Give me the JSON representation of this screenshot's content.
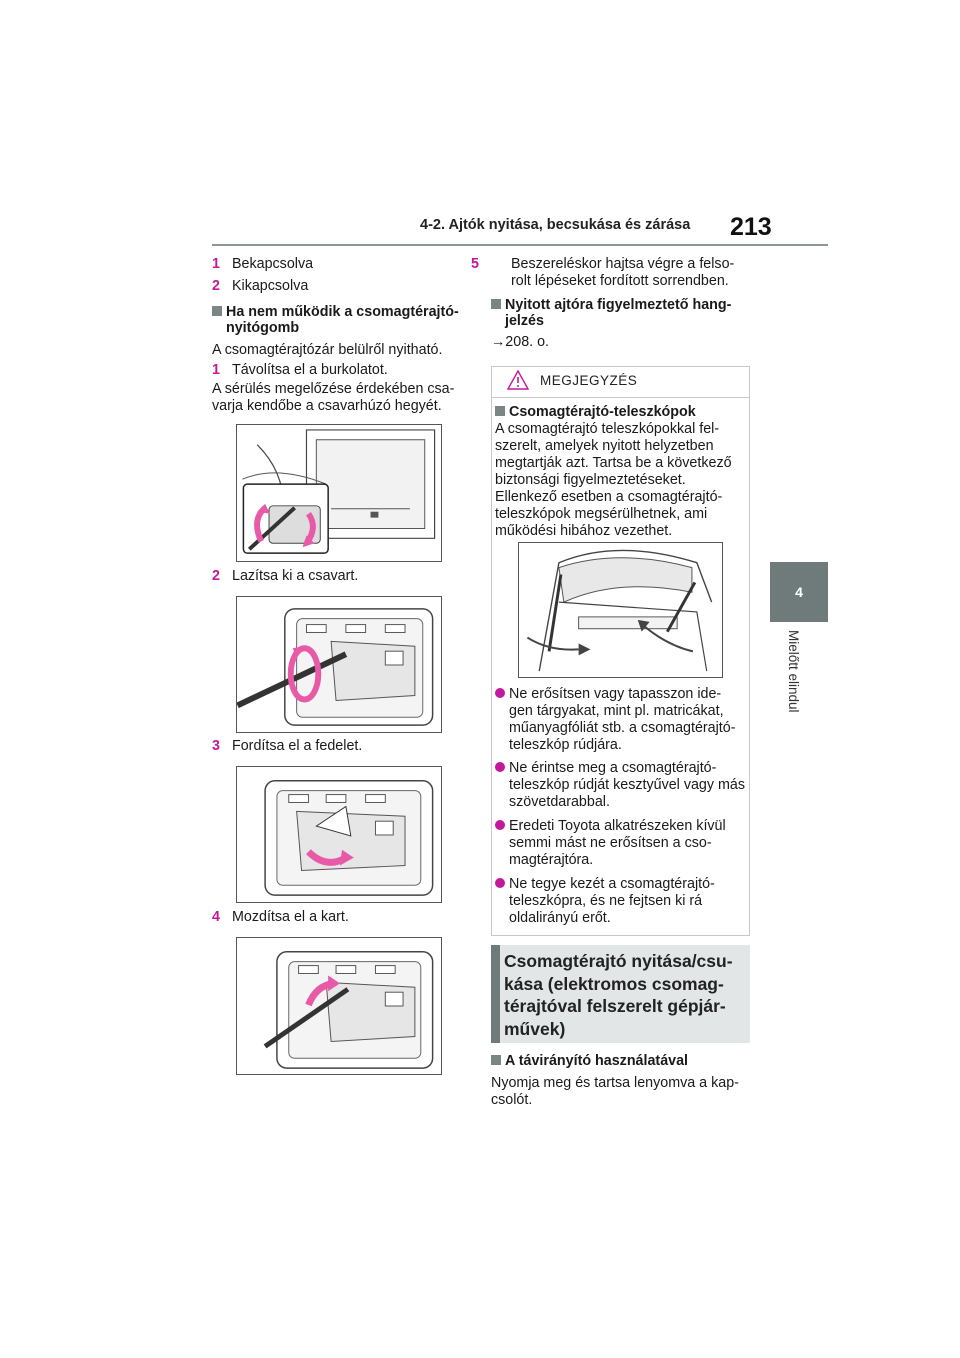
{
  "header": {
    "section_title": "4-2. Ajtók nyitása, becsukása és zárása",
    "page_number": "213"
  },
  "side_tab": {
    "chapter_number": "4",
    "chapter_title": "Mielőtt elindul"
  },
  "left_column": {
    "item1_num": "1",
    "item1_text": "Bekapcsolva",
    "item2_num": "2",
    "item2_text": "Kikapcsolva",
    "section1_title": "Ha nem működik a csomagtérajtó-nyitógomb",
    "section1_intro": "A csomagtérajtózár belülről nyitható.",
    "step1_num": "1",
    "step1_text": "Távolítsa el a burkolatot.",
    "step1_note": "A sérülés megelőzése érdekében csa-varja kendőbe a csavarhúzó hegyét.",
    "step2_num": "2",
    "step2_text": "Lazítsa ki a csavart.",
    "step3_num": "3",
    "step3_text": "Fordítsa el a fedelet.",
    "step4_num": "4",
    "step4_text": "Mozdítsa el a kart."
  },
  "right_column": {
    "step5_num": "5",
    "step5_text": "Beszereléskor hajtsa végre a felso-rolt lépéseket fordított sorrendben.",
    "section2_title": "Nyitott ajtóra figyelmeztető hang-jelzés",
    "section2_ref": "→208. o.",
    "notice_label": "MEGJEGYZÉS",
    "notice_title": "Csomagtérajtó-teleszkópok",
    "notice_text": "A csomagtérajtó teleszkópokkal fel-szerelt, amelyek nyitott helyzetben megtartják azt. Tartsa be a következő biztonsági figyelmeztetéseket. Ellenkező esetben a csomagtérajtó-teleszkópok megsérülhetnek, ami működési hibához vezethet.",
    "bullet1": "Ne erősítsen vagy tapasszon ide-gen tárgyakat, mint pl. matricákat, műanyagfóliát stb. a csomagtérajtó-teleszkóp rúdjára.",
    "bullet2": "Ne érintse meg a csomagtérajtó-teleszkóp rúdját kesztyűvel vagy más szövetdarabbal.",
    "bullet3": "Eredeti Toyota alkatrészeken kívül semmi mást ne erősítsen a cso-magtérajtóra.",
    "bullet4": "Ne tegye kezét a csomagtérajtó-teleszkópra, és ne fejtsen ki rá oldalirányú erőt.",
    "section3_title": "Csomagtérajtó nyitása/csu-kása (elektromos csomag-térajtóval felszerelt gépjár-művek)",
    "section4_title": "A távirányító használatával",
    "section4_text": "Nyomja meg és tartsa lenyomva a kap-csolót."
  },
  "colors": {
    "accent_magenta": "#c2199a",
    "tab_gray": "#6f7b7b",
    "section_bg": "#e3e6e6",
    "arrow_pink": "#e85aa8"
  },
  "icons": [
    "warning-triangle-icon",
    "square-bullet-icon",
    "round-bullet-icon"
  ]
}
